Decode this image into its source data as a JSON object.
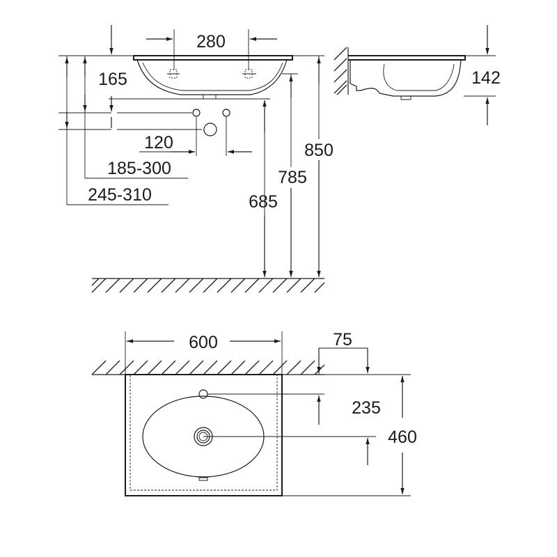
{
  "dimensions": {
    "tap_hole_spacing": "280",
    "height_to_tap_holes": "165",
    "basin_depth": "142",
    "trap_offset": "120",
    "fixing_height_range_1": "185-300",
    "fixing_height_range_2": "245-310",
    "height_to_waste": "685",
    "height_to_basin_bottom": "785",
    "height_to_rim": "850",
    "basin_width": "600",
    "wall_to_tap_hole": "75",
    "wall_to_waste": "235",
    "basin_projection": "460"
  }
}
